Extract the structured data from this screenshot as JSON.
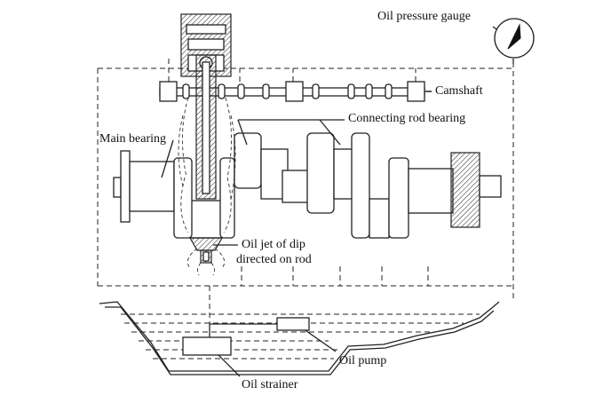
{
  "labels": {
    "gauge": "Oil pressure gauge",
    "camshaft": "Camshaft",
    "rod_bearing": "Connecting rod bearing",
    "main_bearing": "Main bearing",
    "oil_jet_line1": "Oil jet of dip",
    "oil_jet_line2": "directed on rod",
    "oil_pump": "Oil pump",
    "oil_strainer": "Oil strainer"
  }
}
